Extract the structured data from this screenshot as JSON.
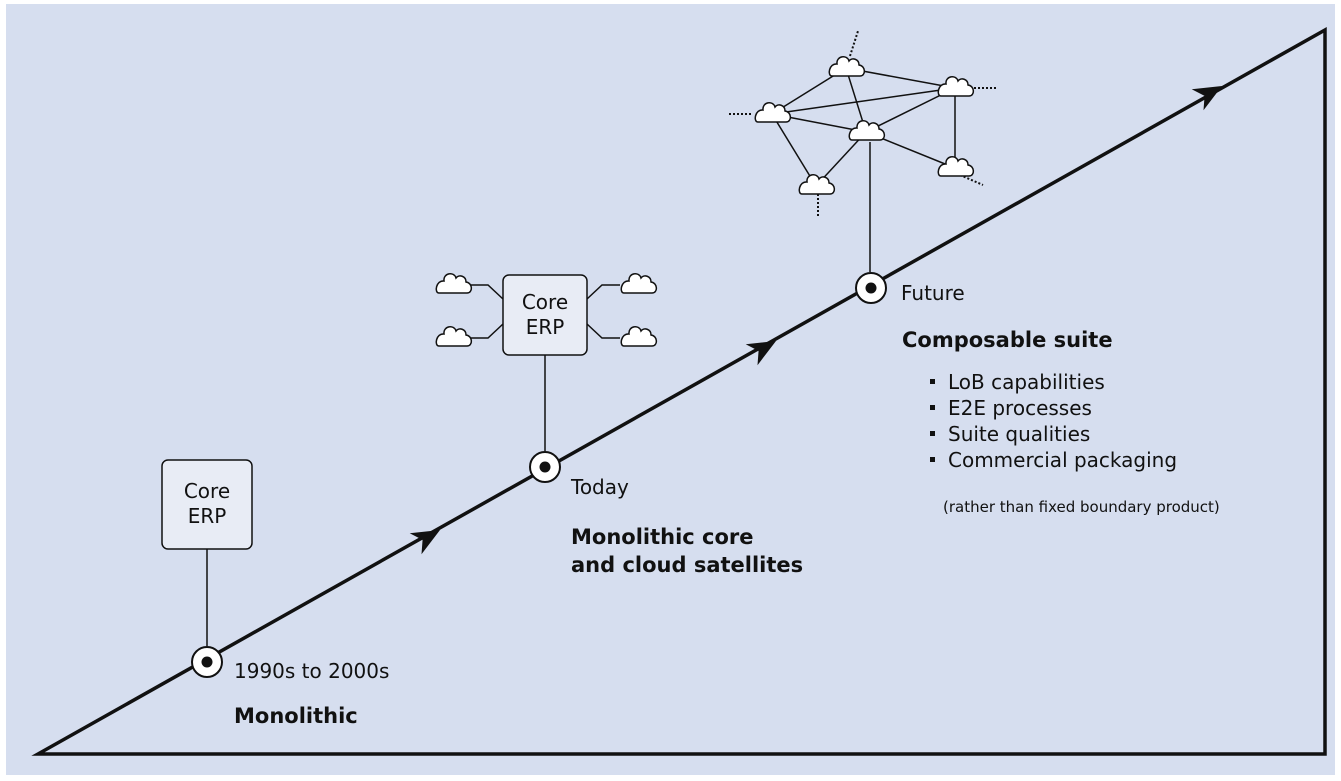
{
  "core_box_label": [
    "Core",
    "ERP"
  ],
  "stages": [
    {
      "date": "1990s to 2000s",
      "title": [
        "Monolithic"
      ]
    },
    {
      "date": "Today",
      "title": [
        "Monolithic core",
        "and cloud satellites"
      ]
    },
    {
      "date": "Future",
      "title": [
        "Composable suite"
      ]
    }
  ],
  "future_bullets": [
    "LoB capabilities",
    "E2E processes",
    "Suite qualities",
    "Commercial packaging"
  ],
  "future_note": "(rather than fixed boundary product)",
  "colors": {
    "background": "#d6deef",
    "box_fill": "#e8ecf5",
    "stroke": "#111111"
  }
}
